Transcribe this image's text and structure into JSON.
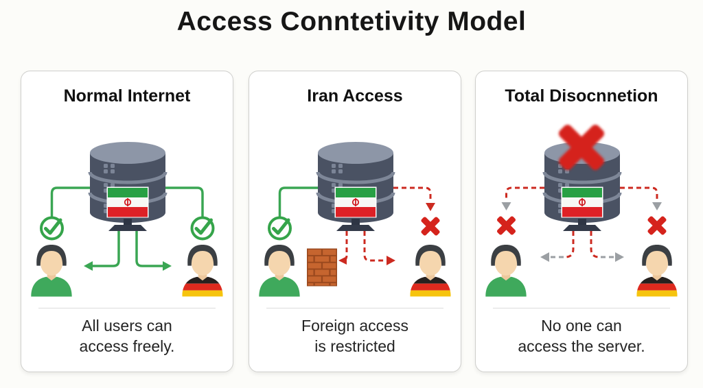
{
  "title": "Access Conntetivity Model",
  "panels": [
    {
      "id": "normal-internet",
      "header": "Normal Internet",
      "caption": [
        "All users can",
        "access freely."
      ],
      "icons": [
        "database-server-icon",
        "iran-flag-icon",
        "check-circle-icon",
        "check-circle-icon",
        "local-user-icon",
        "foreign-user-icon"
      ],
      "connections": "both users connected with solid green arrows"
    },
    {
      "id": "iran-access",
      "header": "Iran Access",
      "caption": [
        "Foreign access",
        "is restricted"
      ],
      "icons": [
        "database-server-icon",
        "iran-flag-icon",
        "check-circle-icon",
        "cross-icon",
        "firewall-brick-wall-icon",
        "local-user-icon",
        "foreign-user-icon"
      ],
      "connections": "local user allowed (green), foreign user blocked (red dashed, firewall)"
    },
    {
      "id": "total-disconnection",
      "header": "Total Disocnnetion",
      "caption": [
        "No one can",
        "access the server."
      ],
      "icons": [
        "big-cross-icon",
        "database-server-icon",
        "iran-flag-icon",
        "cross-icon",
        "cross-icon",
        "local-user-icon",
        "foreign-user-icon"
      ],
      "connections": "all links severed (red and gray dashed lines with crosses)"
    }
  ],
  "colors": {
    "page_background": "#fcfcf9",
    "panel_background": "#ffffff",
    "panel_border": "#cfcfcc",
    "allow_green": "#3aa653",
    "block_red": "#cc2a20",
    "cross_red": "#d5231c",
    "disconnected_gray": "#9b9fa3",
    "server_body": "#4a5263",
    "server_top": "#8d96a7",
    "brick_orange": "#c6652f",
    "flag_green": "#28a044",
    "flag_red": "#de2126",
    "german_black": "#26211f",
    "german_red": "#dd2a1e",
    "german_gold": "#f6c40e",
    "skin": "#f5d6ae",
    "shirt_green": "#3fa95c"
  }
}
